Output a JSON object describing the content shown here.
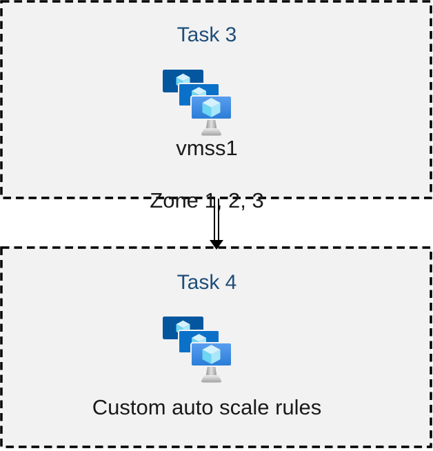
{
  "diagram": {
    "boxes": [
      {
        "title": "Task 3",
        "icon": "vm-scale-sets",
        "caption_lines": [
          "vmss1",
          "Zone 1, 2, 3"
        ]
      },
      {
        "title": "Task 4",
        "icon": "vm-scale-sets",
        "caption_lines": [
          "Custom auto scale rules"
        ]
      }
    ],
    "connector": {
      "type": "double-line-arrow",
      "direction": "down",
      "from": "Task 3",
      "to": "Task 4"
    }
  },
  "colors": {
    "page_bg": "#ffffff",
    "box_bg": "#f2f2f2",
    "box_border": "#000000",
    "title_text": "#1f4e79",
    "caption_text": "#1a1a1a",
    "arrow": "#000000",
    "monitor_back": "#04569e",
    "monitor_middle": "#0b71c8",
    "monitor_front_gradient_top": "#5b9ff0",
    "monitor_front_gradient_bottom": "#2a7cd6",
    "cube_top_face": "#d5f1fc",
    "cube_left_face": "#6ed5f2",
    "cube_right_face": "#a8e7fa",
    "stand": "#bdbdbd"
  }
}
